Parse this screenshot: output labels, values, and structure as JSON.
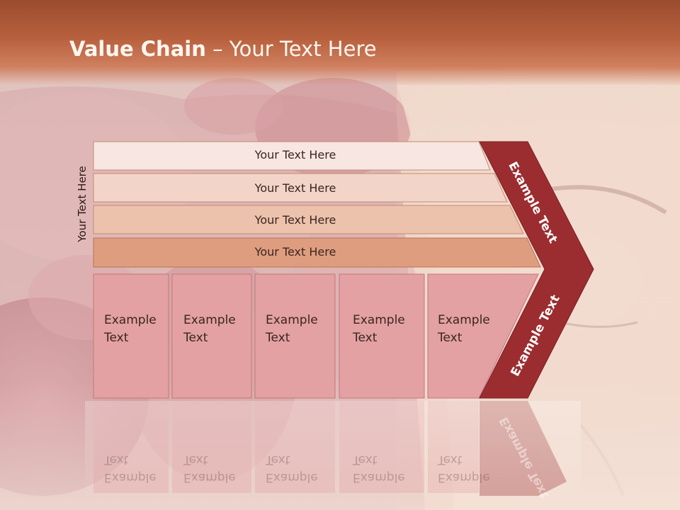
{
  "title": {
    "bold": "Value Chain",
    "rest": " – Your Text Here"
  },
  "side_label": "Your Text Here",
  "rows": [
    {
      "label": "Your Text Here"
    },
    {
      "label": "Your Text Here"
    },
    {
      "label": "Your Text Here"
    },
    {
      "label": "Your Text Here"
    }
  ],
  "cards": [
    {
      "line1": "Example",
      "line2": "Text"
    },
    {
      "line1": "Example",
      "line2": "Text"
    },
    {
      "line1": "Example",
      "line2": "Text"
    },
    {
      "line1": "Example",
      "line2": "Text"
    },
    {
      "line1": "Example",
      "line2": "Text"
    }
  ],
  "chevron": {
    "upper": "Example Text",
    "lower": "Example Text"
  },
  "colors": {
    "header": "#b8603e",
    "chevron": "#9b2d30",
    "row1": "#f7e6e1",
    "row2": "#f2d5c8",
    "row3": "#ecc2ad",
    "row4": "#df9d7f",
    "card": "#e3a1a3"
  }
}
